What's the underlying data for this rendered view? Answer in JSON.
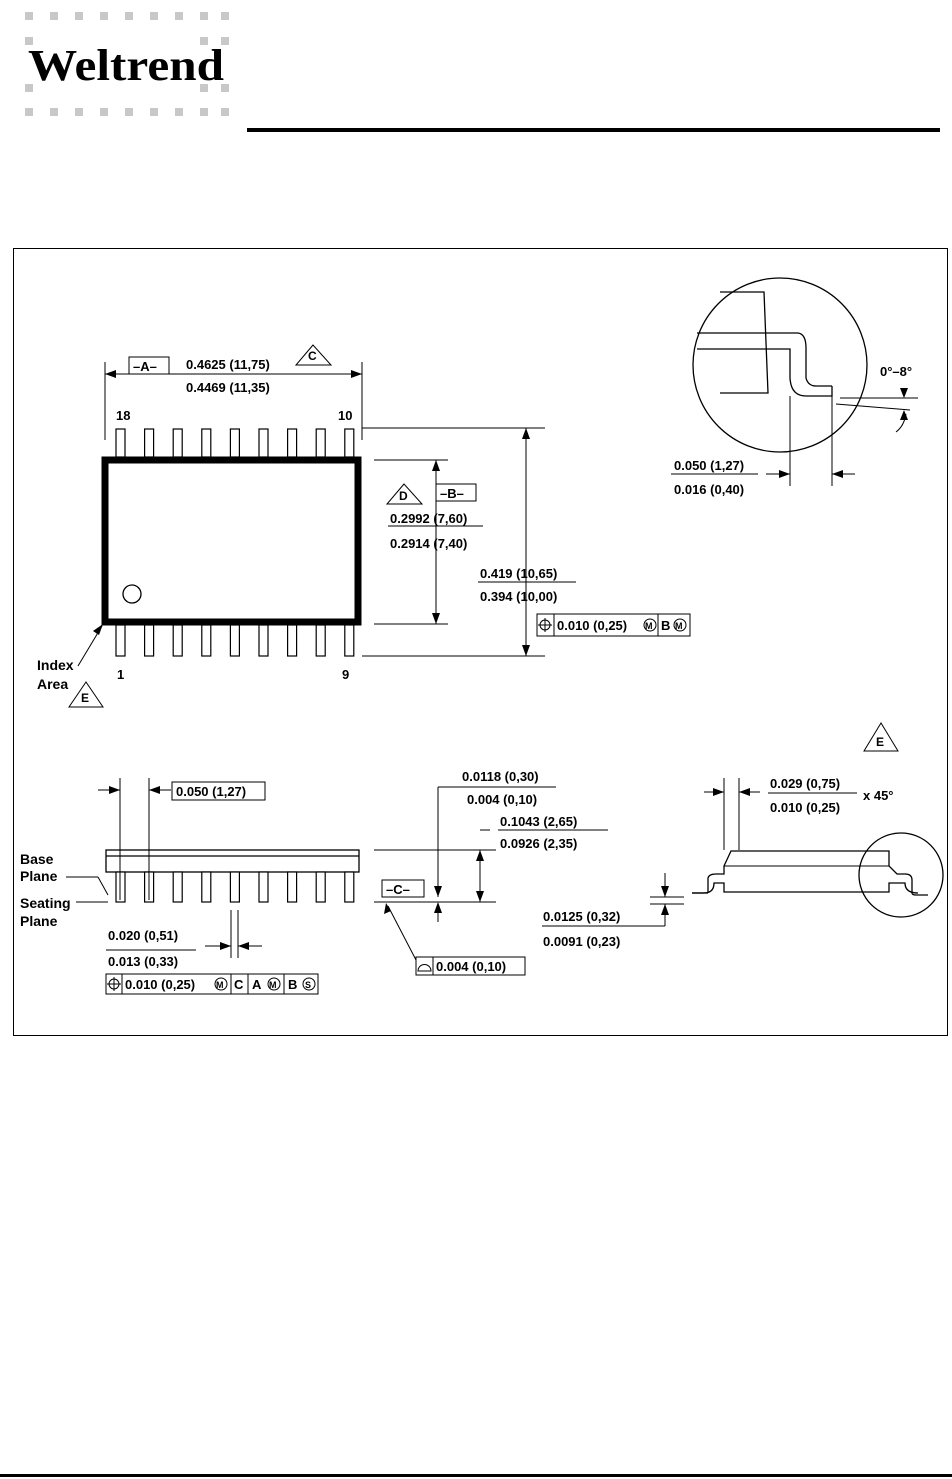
{
  "logo": {
    "text": "Weltrend"
  },
  "drawing": {
    "pin_first_top": "18",
    "pin_last_top": "10",
    "pin_first_bottom": "1",
    "pin_last_bottom": "9",
    "datum_a": "–A–",
    "datum_b": "–B–",
    "datum_c": "–C–",
    "note_c": "C",
    "note_d": "D",
    "note_e": "E",
    "body_length_max": "0.4625 (11,75)",
    "body_length_min": "0.4469 (11,35)",
    "body_width_max": "0.2992 (7,60)",
    "body_width_min": "0.2914 (7,40)",
    "overall_width_max": "0.419 (10,65)",
    "overall_width_min": "0.394 (10,00)",
    "position_tol_top": "0.010 (0,25)",
    "position_tol_top_ref": "B",
    "index_area_line1": "Index",
    "index_area_line2": "Area",
    "lead_pitch": "0.050 (1,27)",
    "base_plane_line1": "Base",
    "base_plane_line2": "Plane",
    "seating_plane_line1": "Seating",
    "seating_plane_line2": "Plane",
    "lead_width_max": "0.020 (0,51)",
    "lead_width_min": "0.013 (0,33)",
    "position_tol_bottom": "0.010 (0,25)",
    "position_tol_bottom_c": "C",
    "position_tol_bottom_a": "A",
    "position_tol_bottom_b": "B",
    "standoff_max": "0.0118 (0,30)",
    "standoff_min": "0.004 (0,10)",
    "height_max": "0.1043 (2,65)",
    "height_min": "0.0926 (2,35)",
    "flatness_tol": "0.004 (0,10)",
    "foot_length_max": "0.050 (1,27)",
    "foot_length_min": "0.016 (0,40)",
    "foot_angle": "0°–8°",
    "chamfer_max": "0.029 (0,75)",
    "chamfer_min": "0.010 (0,25)",
    "chamfer_angle": "x 45°",
    "lead_thickness_max": "0.0125 (0,32)",
    "lead_thickness_min": "0.0091 (0,23)"
  }
}
